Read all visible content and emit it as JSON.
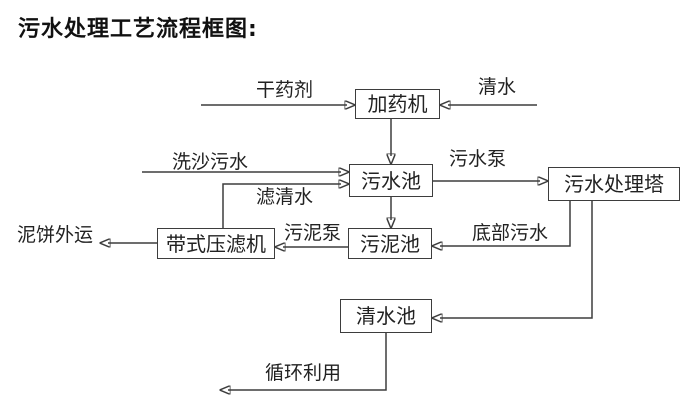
{
  "title": "污水处理工艺流程框图:",
  "nodes": {
    "dosing_machine": "加药机",
    "sewage_pool": "污水池",
    "treatment_tower": "污水处理塔",
    "belt_filter_press": "带式压滤机",
    "sludge_pool": "污泥池",
    "clean_water_pool": "清水池"
  },
  "flow_labels": {
    "dry_agent": "干药剂",
    "clean_water": "清水",
    "sand_washing_sewage": "洗沙污水",
    "sewage_pump": "污水泵",
    "filtered_water": "滤清水",
    "sludge_pump": "污泥泵",
    "bottom_sewage": "底部污水",
    "mud_cake_transport": "泥饼外运",
    "recycled_use": "循环利用"
  },
  "colors": {
    "line": "#3d3d3d",
    "box_border": "#3d3d3d",
    "box_fill": "#ffffff",
    "text": "#222222",
    "background": "#ffffff"
  }
}
